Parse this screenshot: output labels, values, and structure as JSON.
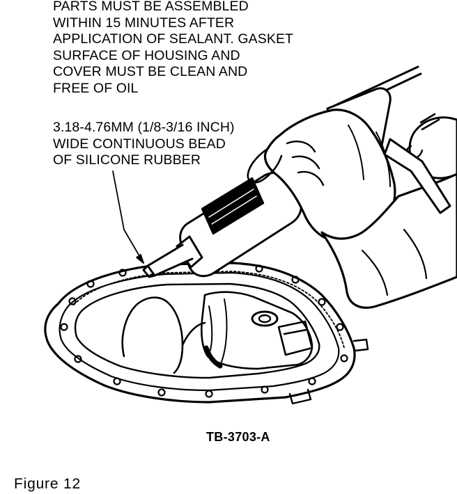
{
  "callouts": {
    "assembly_note": [
      "PARTS MUST BE ASSEMBLED",
      "WITHIN 15 MINUTES AFTER",
      "APPLICATION OF SEALANT. GASKET",
      "SURFACE OF HOUSING AND",
      "COVER MUST BE CLEAN AND",
      "FREE OF OIL"
    ],
    "bead_note": [
      "3.18-4.76MM (1/8-3/16 INCH)",
      "WIDE CONTINUOUS BEAD",
      "OF SILICONE RUBBER"
    ]
  },
  "illustration_code": "TB-3703-A",
  "figure_caption": "Figure 12",
  "colors": {
    "ink": "#000000",
    "paper": "#ffffff"
  }
}
